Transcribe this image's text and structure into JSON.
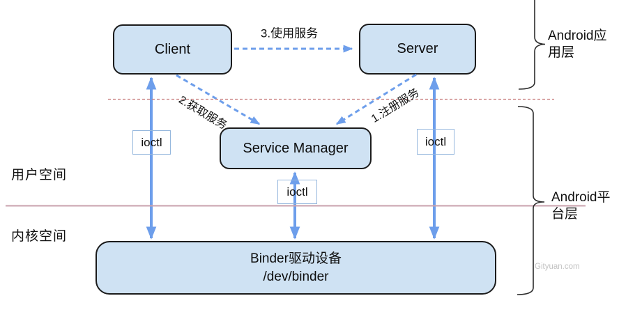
{
  "title": "Android Binder IPC architecture diagram",
  "boxes": {
    "client": "Client",
    "server": "Server",
    "service_manager": "Service Manager",
    "binder_line1": "Binder驱动设备",
    "binder_line2": "/dev/binder"
  },
  "ioctl": {
    "left": "ioctl",
    "center": "ioctl",
    "right": "ioctl"
  },
  "arrows": {
    "use_service": "3.使用服务",
    "get_service": "2.获取服务",
    "register_service": "1.注册服务"
  },
  "regions": {
    "user_space": "用户空间",
    "kernel_space": "内核空间",
    "app_layer": "Android应用层",
    "platform_layer": "Android平台层"
  },
  "watermark": "Gityuan.com",
  "colors": {
    "node_fill": "#cfe2f3",
    "node_border": "#1b1b1b",
    "arrow_blue": "#6d9eeb",
    "ioctl_border": "#95b7dd",
    "boundary_dashed_red": "#c87f7f",
    "boundary_solid_pink": "#c9a2ad",
    "brace_black": "#2b2b2b",
    "watermark_gray": "#c2c2c2"
  }
}
